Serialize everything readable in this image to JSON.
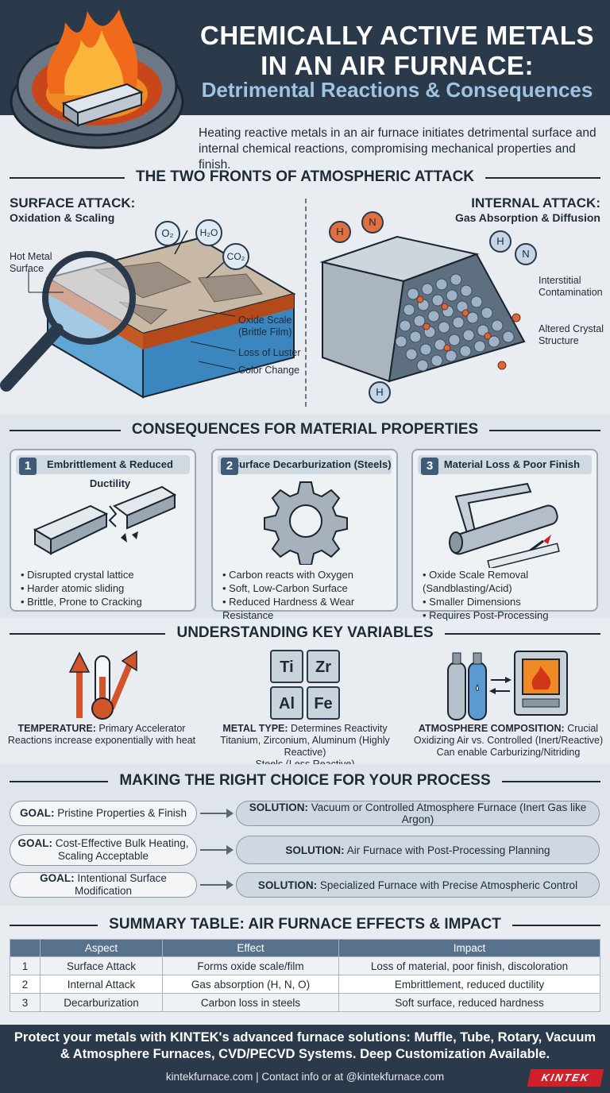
{
  "header": {
    "title_line1": "CHEMICALLY ACTIVE METALS",
    "title_line2": "IN AN AIR FURNACE:",
    "subtitle": "Detrimental Reactions & Consequences",
    "intro": "Heating reactive metals in an air furnace initiates detrimental surface and internal chemical reactions, compromising mechanical properties and finish."
  },
  "fronts": {
    "heading": "THE TWO FRONTS OF ATMOSPHERIC ATTACK",
    "surface": {
      "title": "SURFACE ATTACK:",
      "subtitle": "Oxidation & Scaling",
      "hot_metal": "Hot Metal",
      "hot_metal2": "Surface",
      "gas1": "O₂",
      "gas2": "H₂O",
      "gas3": "CO₂",
      "oxide1": "Oxide Scale",
      "oxide2": "(Brittle Film)",
      "luster": "Loss of Luster",
      "color": "Color Change"
    },
    "internal": {
      "title": "INTERNAL ATTACK:",
      "subtitle": "Gas Absorption & Diffusion",
      "h": "H",
      "n": "N",
      "interstitial1": "Interstitial",
      "interstitial2": "Contamination",
      "altered1": "Altered Crystal",
      "altered2": "Structure"
    }
  },
  "consequences": {
    "heading": "CONSEQUENCES FOR MATERIAL PROPERTIES",
    "cards": [
      {
        "num": "1",
        "title": "Embrittlement & Reduced Ductility",
        "bullets": [
          "Disrupted crystal lattice",
          "Harder atomic sliding",
          "Brittle, Prone to Cracking"
        ]
      },
      {
        "num": "2",
        "title": "Surface Decarburization (Steels)",
        "bullets": [
          "Carbon reacts with Oxygen",
          "Soft, Low-Carbon Surface",
          "Reduced Hardness & Wear Resistance"
        ]
      },
      {
        "num": "3",
        "title": "Material Loss & Poor Finish",
        "bullets": [
          "Oxide Scale Removal (Sandblasting/Acid)",
          "Smaller Dimensions",
          "Requires Post-Processing"
        ]
      }
    ]
  },
  "variables": {
    "heading": "UNDERSTANDING KEY VARIABLES",
    "elements": [
      {
        "sym": "Ti",
        "num": "Ti"
      },
      {
        "sym": "Zr",
        "num": "Zr"
      },
      {
        "sym": "Al",
        "num": "Al"
      },
      {
        "sym": "Fe",
        "num": "Fe"
      }
    ],
    "temperature": {
      "label": "TEMPERATURE:",
      "value": "Primary Accelerator",
      "desc": "Reactions increase exponentially with heat"
    },
    "metal": {
      "label": "METAL TYPE:",
      "value": "Determines Reactivity",
      "desc1": "Titanium, Zirconium, Aluminum (Highly Reactive)",
      "desc2": "Steels (Less Reactive)"
    },
    "atmosphere": {
      "label": "ATMOSPHERE COMPOSITION:",
      "value": "Crucial",
      "desc1": "Oxidizing Air vs. Controlled (Inert/Reactive)",
      "desc2": "Can enable Carburizing/Nitriding"
    }
  },
  "choice": {
    "heading": "MAKING THE RIGHT CHOICE FOR YOUR PROCESS",
    "goal_label": "GOAL:",
    "solution_label": "SOLUTION:",
    "rows": [
      {
        "goal": "Pristine Properties & Finish",
        "solution": "Vacuum or Controlled Atmosphere Furnace (Inert Gas like Argon)"
      },
      {
        "goal": "Cost-Effective Bulk Heating,",
        "goal2": "Scaling Acceptable",
        "solution": "Air Furnace with Post-Processing Planning"
      },
      {
        "goal": "Intentional Surface Modification",
        "solution": "Specialized Furnace with Precise Atmospheric Control"
      }
    ]
  },
  "summary": {
    "heading": "SUMMARY TABLE: AIR FURNACE EFFECTS & IMPACT",
    "columns": [
      "",
      "Aspect",
      "Effect",
      "Impact"
    ],
    "rows": [
      [
        "1",
        "Surface Attack",
        "Forms oxide scale/film",
        "Loss of material, poor finish, discoloration"
      ],
      [
        "2",
        "Internal Attack",
        "Gas absorption (H, N, O)",
        "Embrittlement, reduced ductility"
      ],
      [
        "3",
        "Decarburization",
        "Carbon loss in steels",
        "Soft surface, reduced hardness"
      ]
    ]
  },
  "footer": {
    "main": "Protect your metals with KINTEK's advanced furnace solutions: Muffle, Tube, Rotary, Vacuum & Atmosphere Furnaces, CVD/PECVD Systems. Deep Customization Available.",
    "contact": "kintekfurnace.com | Contact info or at @kintekfurnace.com",
    "logo": "KINTEK"
  },
  "colors": {
    "navy": "#2b3a4a",
    "accent_blue": "#9fc3e0",
    "brand_red": "#d0202a",
    "table_header": "#58728d"
  }
}
